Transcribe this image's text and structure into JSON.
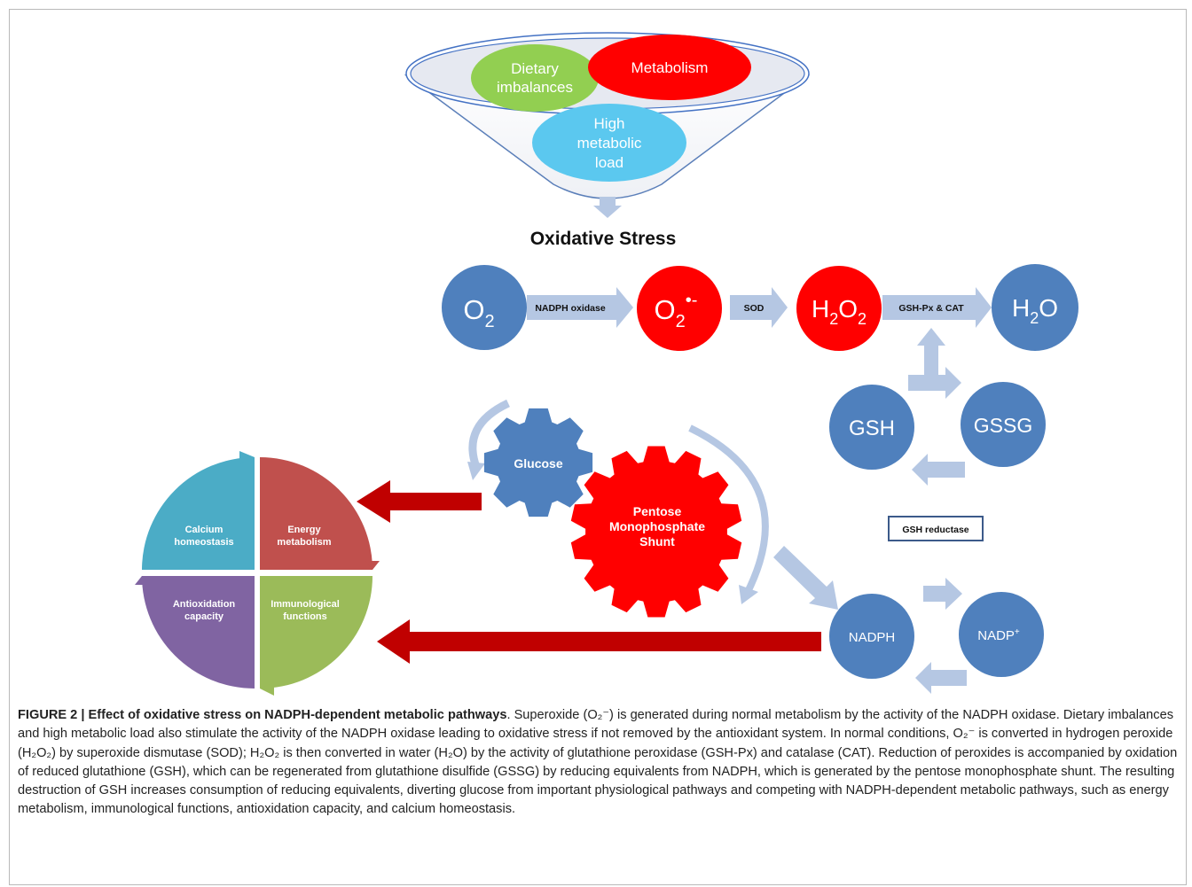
{
  "colors": {
    "blue_node": "#4f80bd",
    "red_node": "#ff0000",
    "green": "#92cf51",
    "light_blue": "#5bc8ef",
    "arrow_light": "#b5c7e3",
    "dark_red": "#c00000",
    "teal": "#4bacc6",
    "brick": "#c0504d",
    "purple": "#8064a2",
    "olive": "#9bbb59"
  },
  "funnel": {
    "dietary": [
      "Dietary",
      "imbalances"
    ],
    "metabolism": "Metabolism",
    "load": [
      "High",
      "metabolic",
      "load"
    ]
  },
  "title": "Oxidative Stress",
  "chain": {
    "o2": "O",
    "o2_sub": "2",
    "superoxide": "O",
    "superoxide_sub": "2",
    "superoxide_sup": "•-",
    "h2o2": [
      "H",
      "2",
      "O",
      "2"
    ],
    "h2o": [
      "H",
      "2",
      "O"
    ],
    "arrow_nadph_oxidase": "NADPH oxidase",
    "arrow_sod": "SOD",
    "arrow_gshpx": "GSH-Px & CAT"
  },
  "cycle": {
    "gsh": "GSH",
    "gssg": "GSSG",
    "gsh_reductase": "GSH reductase",
    "nadph": "NADPH",
    "nadp": "NADP",
    "nadp_sup": "+"
  },
  "gears": {
    "glucose": "Glucose",
    "pentose": [
      "Pentose",
      "Monophosphate",
      "Shunt"
    ]
  },
  "quadrants": {
    "calcium": [
      "Calcium",
      "homeostasis"
    ],
    "energy": [
      "Energy",
      "metabolism"
    ],
    "antioxidation": [
      "Antioxidation",
      "capacity"
    ],
    "immunological": [
      "Immunological",
      "functions"
    ]
  },
  "caption": {
    "label": "FIGURE 2 | Effect of oxidative stress on NADPH-dependent metabolic pathways",
    "t1": ". Superoxide ",
    "t1_sym": "(O₂⁻)",
    "t2": " is generated during normal metabolism by the activity of the NADPH oxidase. Dietary imbalances and high metabolic load also stimulate the activity of the NADPH oxidase leading to oxidative stress if not removed by the antioxidant system. In normal conditions, ",
    "t2_sym": "O₂⁻",
    "t3": " is converted in hydrogen peroxide (H₂O₂) by superoxide dismutase (SOD); H₂O₂ is then converted in water (H₂O) by the activity of glutathione peroxidase (GSH-Px) and catalase (CAT). Reduction of peroxides is accompanied by oxidation of reduced glutathione (GSH), which can be regenerated from glutathione disulfide (GSSG) by reducing equivalents from NADPH, which is generated by the pentose monophosphate shunt. The resulting destruction of GSH increases consumption of reducing equivalents, diverting glucose from important physiological pathways and competing with NADPH-dependent metabolic pathways, such as energy metabolism, immunological functions, antioxidation capacity, and calcium homeostasis."
  }
}
